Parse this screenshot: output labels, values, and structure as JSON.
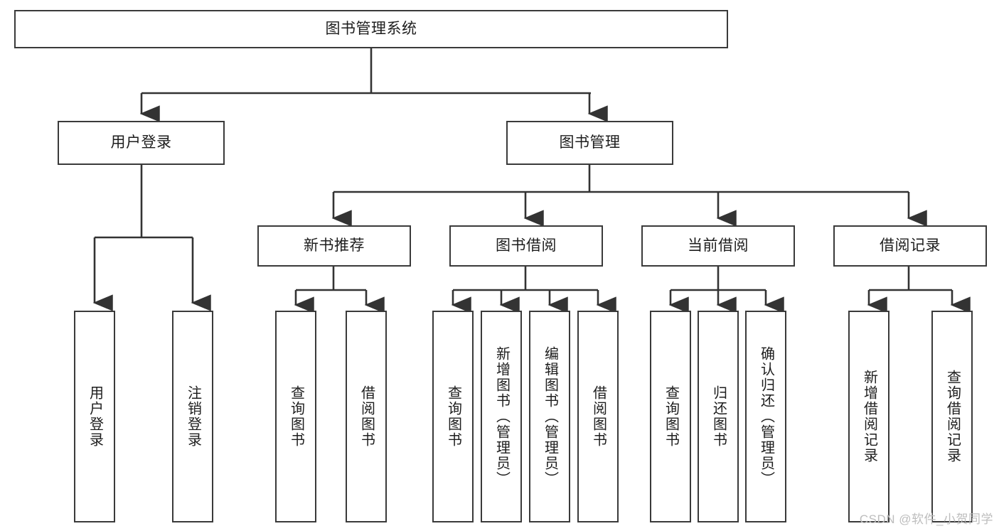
{
  "diagram": {
    "title": "图书管理系统",
    "watermark": "CSDN @软件_小贺同学",
    "colors": {
      "box_border": "#3a3a3a",
      "edge": "#333333",
      "background": "#ffffff",
      "watermark": "#bdbdbd"
    },
    "levels": {
      "root": {
        "label": "图书管理系统"
      },
      "level2": [
        {
          "label": "用户登录"
        },
        {
          "label": "图书管理"
        }
      ],
      "level3": [
        {
          "label": "新书推荐"
        },
        {
          "label": "图书借阅"
        },
        {
          "label": "当前借阅"
        },
        {
          "label": "借阅记录"
        }
      ],
      "leaves": {
        "user_login": [
          {
            "label": "用户登录"
          },
          {
            "label": "注销登录"
          }
        ],
        "new_book_recommend": [
          {
            "label": "查询图书"
          },
          {
            "label": "借阅图书"
          }
        ],
        "book_borrow": [
          {
            "label": "查询图书"
          },
          {
            "label": "新增图书（管理员）"
          },
          {
            "label": "编辑图书（管理员）"
          },
          {
            "label": "借阅图书"
          }
        ],
        "current_borrow": [
          {
            "label": "查询图书"
          },
          {
            "label": "归还图书"
          },
          {
            "label": "确认归还（管理员）"
          }
        ],
        "borrow_record": [
          {
            "label": "新增借阅记录"
          },
          {
            "label": "查询借阅记录"
          }
        ]
      }
    }
  }
}
